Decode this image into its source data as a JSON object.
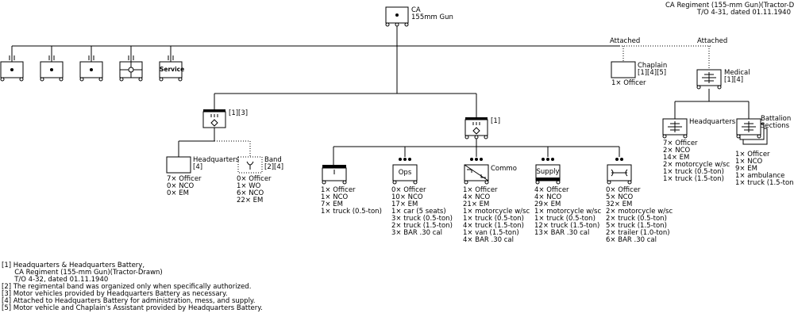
{
  "header": {
    "line1": "CA Regiment (155-mm Gun)(Tractor-Drawn)",
    "line2": "T/O 4-31, dated 01.11.1940"
  },
  "top_unit": {
    "line1": "CA",
    "line2": "155mm Gun"
  },
  "top_row": {
    "service_label": "Service"
  },
  "attached": {
    "label_left": "Attached",
    "label_right": "Attached",
    "chaplain_title": "Chaplain",
    "chaplain_notes": "[1][4][5]",
    "chaplain_pers": "1× Officer",
    "medical_title": "Medical",
    "medical_notes": "[1][4]",
    "med_hq_title": "Headquarters",
    "med_hq_pers": [
      "7× Officer",
      "2× NCO",
      "14× EM",
      "2× motorcycle w/sc",
      "1× truck (0.5-ton)",
      "1× truck (1.5-ton)"
    ],
    "med_bn_title": "Battalion\nSections",
    "med_bn_pers": [
      "1× Officer",
      "1× NCO",
      "9× EM",
      "1× ambulance",
      "1× truck (1.5-ton)"
    ]
  },
  "hq_battery": {
    "notes": "[1][3]",
    "hq_title": "Headquarters",
    "hq_note": "[4]",
    "hq_pers": [
      "7× Officer",
      "0× NCO",
      "0× EM"
    ],
    "band_title": "Band",
    "band_notes": "[2][4]",
    "band_pers": [
      "0× Officer",
      "1× WO",
      "6× NCO",
      "22× EM"
    ]
  },
  "bn_hq": {
    "notes": "[1]",
    "col1_pers": [
      "1× Officer",
      "1× NCO",
      "7× EM",
      "1× truck (0.5-ton)"
    ],
    "ops_label": "Ops",
    "ops_pers": [
      "0× Officer",
      "10× NCO",
      "17× EM",
      "1× car (5 seats)",
      "3× truck (0.5-ton)",
      "2× truck (1.5-ton)",
      "3× BAR .30 cal"
    ],
    "commo_label": "Commo",
    "commo_pers": [
      "1× Officer",
      "4× NCO",
      "21× EM",
      "1× motorcycle w/sc",
      "1× truck (0.5-ton)",
      "4× truck (1.5-ton)",
      "1× van (1.5-ton)",
      "4× BAR .30 cal"
    ],
    "supply_label": "Supply",
    "supply_pers": [
      "4× Officer",
      "4× NCO",
      "29× EM",
      "1× motorcycle w/sc",
      "1× truck (0.5-ton)",
      "12× truck (1.5-ton)",
      "13× BAR .30 cal"
    ],
    "maint_pers": [
      "0× Officer",
      "5× NCO",
      "32× EM",
      "2× motorcycle w/sc",
      "2× truck (0.5-ton)",
      "5× truck (1.5-ton)",
      "2× trailer (1.0-ton)",
      "6× BAR .30 cal"
    ]
  },
  "footnotes": [
    "[1] Headquarters & Headquarters Battery,",
    "      CA Regiment (155-mm Gun)(Tractor-Drawn)",
    "      T/O 4-32, dated 01.11.1940",
    "[2] The regimental band was organized only when specifically authorized.",
    "[3] Motor vehicles provided by Headquarters Battery as necessary.",
    "[4] Attached to Headquarters Battery for administration, mess, and supply.",
    "[5] Motor vehicle and Chaplain's Assistant provided by Headquarters Battery."
  ]
}
